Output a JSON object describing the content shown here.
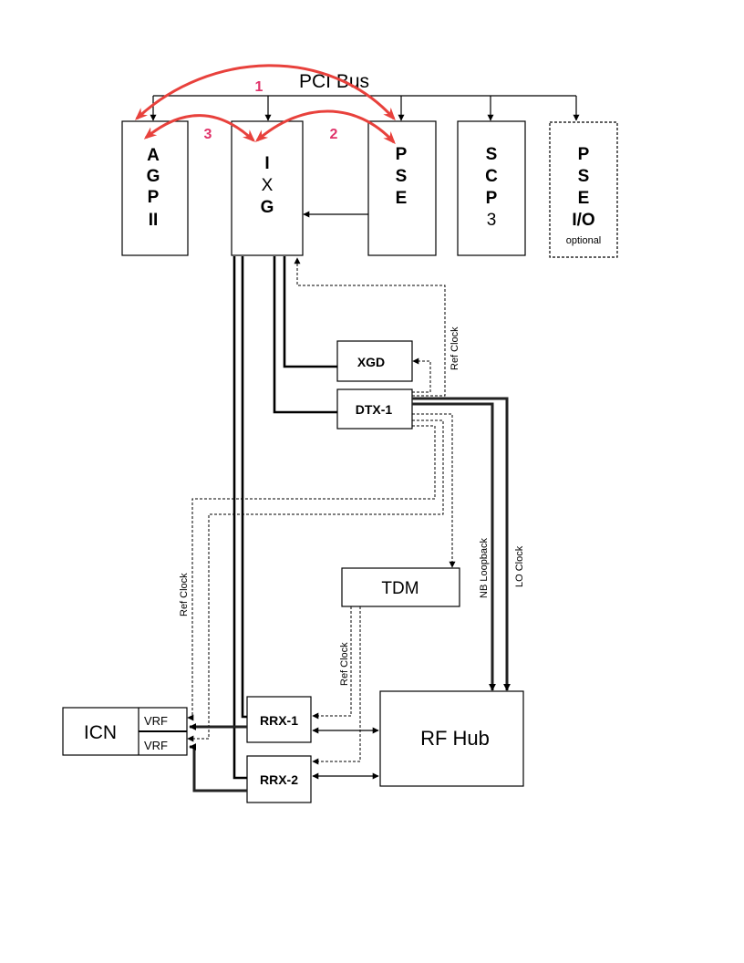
{
  "title": "PCI Bus",
  "colors": {
    "transfer_arrow": "#e8413c",
    "transfer_number": "#e0336a",
    "line": "#000000"
  },
  "transfers": [
    {
      "number": "1",
      "from": "AGP II",
      "to": "PSE"
    },
    {
      "number": "2",
      "from": "IXG",
      "to": "PSE"
    },
    {
      "number": "3",
      "from": "AGP II",
      "to": "IXG"
    }
  ],
  "pci_cards": {
    "agp": {
      "lines": [
        "A",
        "G",
        "P",
        "II"
      ]
    },
    "ixg": {
      "lines": [
        "I",
        "X",
        "G"
      ]
    },
    "pse": {
      "lines": [
        "P",
        "S",
        "E"
      ]
    },
    "scp": {
      "lines": [
        "S",
        "C",
        "P",
        "3"
      ]
    },
    "pse_io": {
      "lines": [
        "P",
        "S",
        "E",
        "I/O"
      ],
      "note": "optional"
    }
  },
  "modules": {
    "xgd": "XGD",
    "dtx1": "DTX-1",
    "tdm": "TDM",
    "icn": "ICN",
    "vrf_top": "VRF",
    "vrf_bottom": "VRF",
    "rrx1": "RRX-1",
    "rrx2": "RRX-2",
    "rf_hub": "RF Hub"
  },
  "signal_labels": {
    "ref_clock_ixg": "Ref Clock",
    "ref_clock_icn": "Ref Clock",
    "ref_clock_rrx": "Ref Clock",
    "nb_loopback": "NB Loopback",
    "lo_clock": "LO Clock"
  }
}
